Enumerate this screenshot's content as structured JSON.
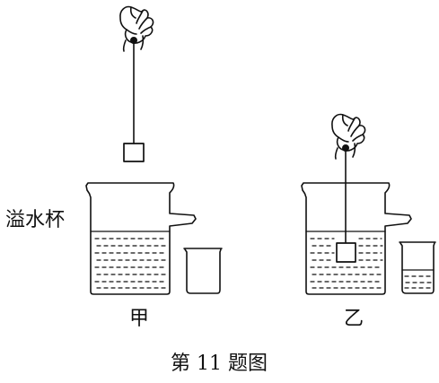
{
  "labels": {
    "cup_name": "溢水杯",
    "panel_left": "甲",
    "panel_right": "乙",
    "caption": "第 11 题图"
  }
}
